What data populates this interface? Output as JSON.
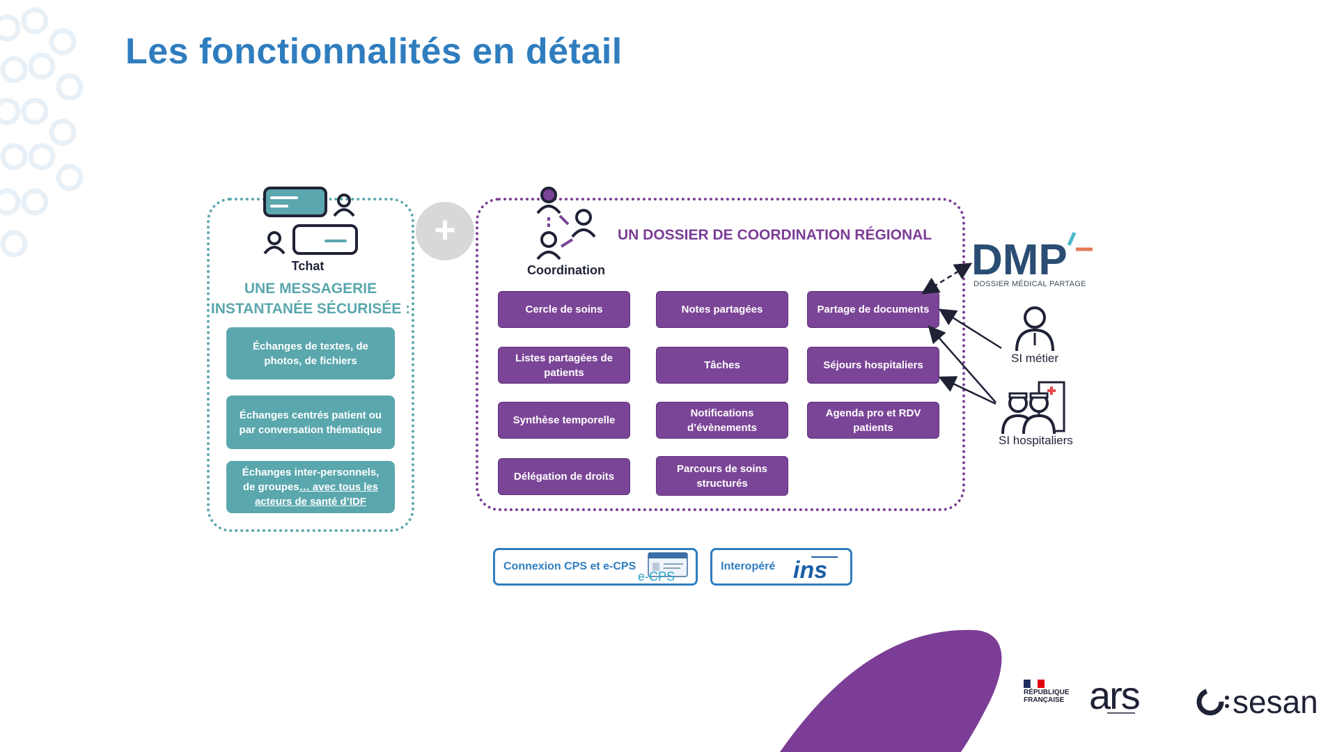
{
  "slide": {
    "title": "Les fonctionnalités en détail"
  },
  "tchat": {
    "icon_label": "Tchat",
    "heading_line1": "UNE MESSAGERIE",
    "heading_line2": "INSTANTANÉE SÉCURISÉE :",
    "cards": [
      {
        "line1": "Échanges de textes, de",
        "line2": "photos, de fichiers"
      },
      {
        "line1": "Échanges centrés patient ou",
        "line2": "par conversation thématique"
      },
      {
        "line1": "Échanges inter-personnels,",
        "line2a": "de groupes",
        "line2b": "… avec tous les",
        "line3": "acteurs de santé d’IDF"
      }
    ]
  },
  "coordination": {
    "icon_label": "Coordination",
    "heading": "UN DOSSIER DE COORDINATION RÉGIONAL",
    "features": [
      "Cercle de soins",
      "Notes partagées",
      "Partage de documents",
      "Listes partagées de patients",
      "Tâches",
      "Séjours hospitaliers",
      "Synthèse temporelle",
      "Notifications d’évènements",
      "Agenda pro et RDV patients",
      "Délégation de droits",
      "Parcours de soins structurés"
    ]
  },
  "integrations": {
    "dmp_title": "DMP",
    "dmp_subtitle": "DOSSIER MÉDICAL PARTAGE",
    "si_metier": "SI métier",
    "si_hospitaliers": "SI hospitaliers"
  },
  "badges": {
    "cps_label": "Connexion CPS et e-CPS",
    "ecps_logo": "e-CPS",
    "interop_label": "Interopéré",
    "ins_logo": "ins"
  },
  "logos": {
    "rf_line1": "RÉPUBLIQUE",
    "rf_line2": "FRANÇAISE",
    "ars": "ars",
    "sesan": "sesan"
  },
  "colors": {
    "title_blue": "#2f7dbf",
    "teal": "#5aa7ad",
    "purple": "#7b4597",
    "dark": "#1f2235"
  }
}
